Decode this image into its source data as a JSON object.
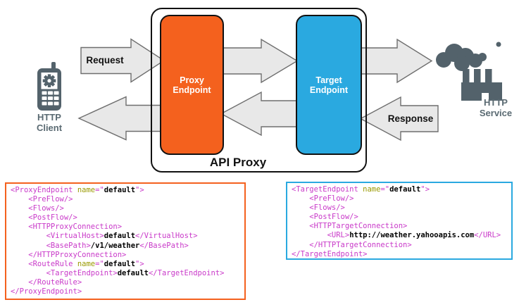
{
  "diagram": {
    "api_proxy": {
      "label": "API Proxy"
    },
    "proxy_endpoint": {
      "label_line1": "Proxy",
      "label_line2": "Endpoint",
      "fill": "#F4611E"
    },
    "target_endpoint": {
      "label_line1": "Target",
      "label_line2": "Endpoint",
      "fill": "#2AA9E0"
    },
    "client": {
      "label_line1": "HTTP",
      "label_line2": "Client",
      "icon": "mobile-phone-gear-icon"
    },
    "service": {
      "label_line1": "HTTP",
      "label_line2": "Service",
      "icon": "factory-smoke-cloud-icon"
    },
    "request_label": "Request",
    "response_label": "Response",
    "arrow": {
      "fill": "#E8E8E8",
      "stroke": "#6E6E6E"
    },
    "icon_color": "#53626B",
    "label_gray": "#5A6A72"
  },
  "syntax_colors": {
    "tag": "#C939C9",
    "attr_name": "#999900",
    "value": "#000000"
  },
  "code_blocks": {
    "proxy_endpoint_xml": {
      "border_color": "#F4611E",
      "lines": [
        [
          [
            "tag",
            "<ProxyEndpoint "
          ],
          [
            "attr",
            "name"
          ],
          [
            "tag",
            "=\""
          ],
          [
            "val",
            "default"
          ],
          [
            "tag",
            "\">"
          ]
        ],
        [
          [
            "tag",
            "    <PreFlow/>"
          ]
        ],
        [
          [
            "tag",
            "    <Flows/>"
          ]
        ],
        [
          [
            "tag",
            "    <PostFlow/>"
          ]
        ],
        [
          [
            "tag",
            "    <HTTPProxyConnection>"
          ]
        ],
        [
          [
            "tag",
            "        <VirtualHost>"
          ],
          [
            "val",
            "default"
          ],
          [
            "tag",
            "</VirtualHost>"
          ]
        ],
        [
          [
            "tag",
            "        <BasePath>"
          ],
          [
            "val",
            "/v1/weather"
          ],
          [
            "tag",
            "</BasePath>"
          ]
        ],
        [
          [
            "tag",
            "    </HTTPProxyConnection>"
          ]
        ],
        [
          [
            "tag",
            "    <RouteRule "
          ],
          [
            "attr",
            "name"
          ],
          [
            "tag",
            "=\""
          ],
          [
            "val",
            "default"
          ],
          [
            "tag",
            "\">"
          ]
        ],
        [
          [
            "tag",
            "        <TargetEndpoint>"
          ],
          [
            "val",
            "default"
          ],
          [
            "tag",
            "</TargetEndpoint>"
          ]
        ],
        [
          [
            "tag",
            "    </RouteRule>"
          ]
        ],
        [
          [
            "tag",
            "</ProxyEndpoint>"
          ]
        ]
      ]
    },
    "target_endpoint_xml": {
      "border_color": "#2AA9E0",
      "lines": [
        [
          [
            "tag",
            "<TargetEndpoint "
          ],
          [
            "attr",
            "name"
          ],
          [
            "tag",
            "=\""
          ],
          [
            "val",
            "default"
          ],
          [
            "tag",
            "\">"
          ]
        ],
        [
          [
            "tag",
            "    <PreFlow/>"
          ]
        ],
        [
          [
            "tag",
            "    <Flows/>"
          ]
        ],
        [
          [
            "tag",
            "    <PostFlow/>"
          ]
        ],
        [
          [
            "tag",
            "    <HTTPTargetConnection>"
          ]
        ],
        [
          [
            "tag",
            "        <URL>"
          ],
          [
            "val",
            "http://weather.yahooapis.com"
          ],
          [
            "tag",
            "</URL>"
          ]
        ],
        [
          [
            "tag",
            "    </HTTPTargetConnection>"
          ]
        ],
        [
          [
            "tag",
            "</TargetEndpoint>"
          ]
        ]
      ]
    }
  }
}
